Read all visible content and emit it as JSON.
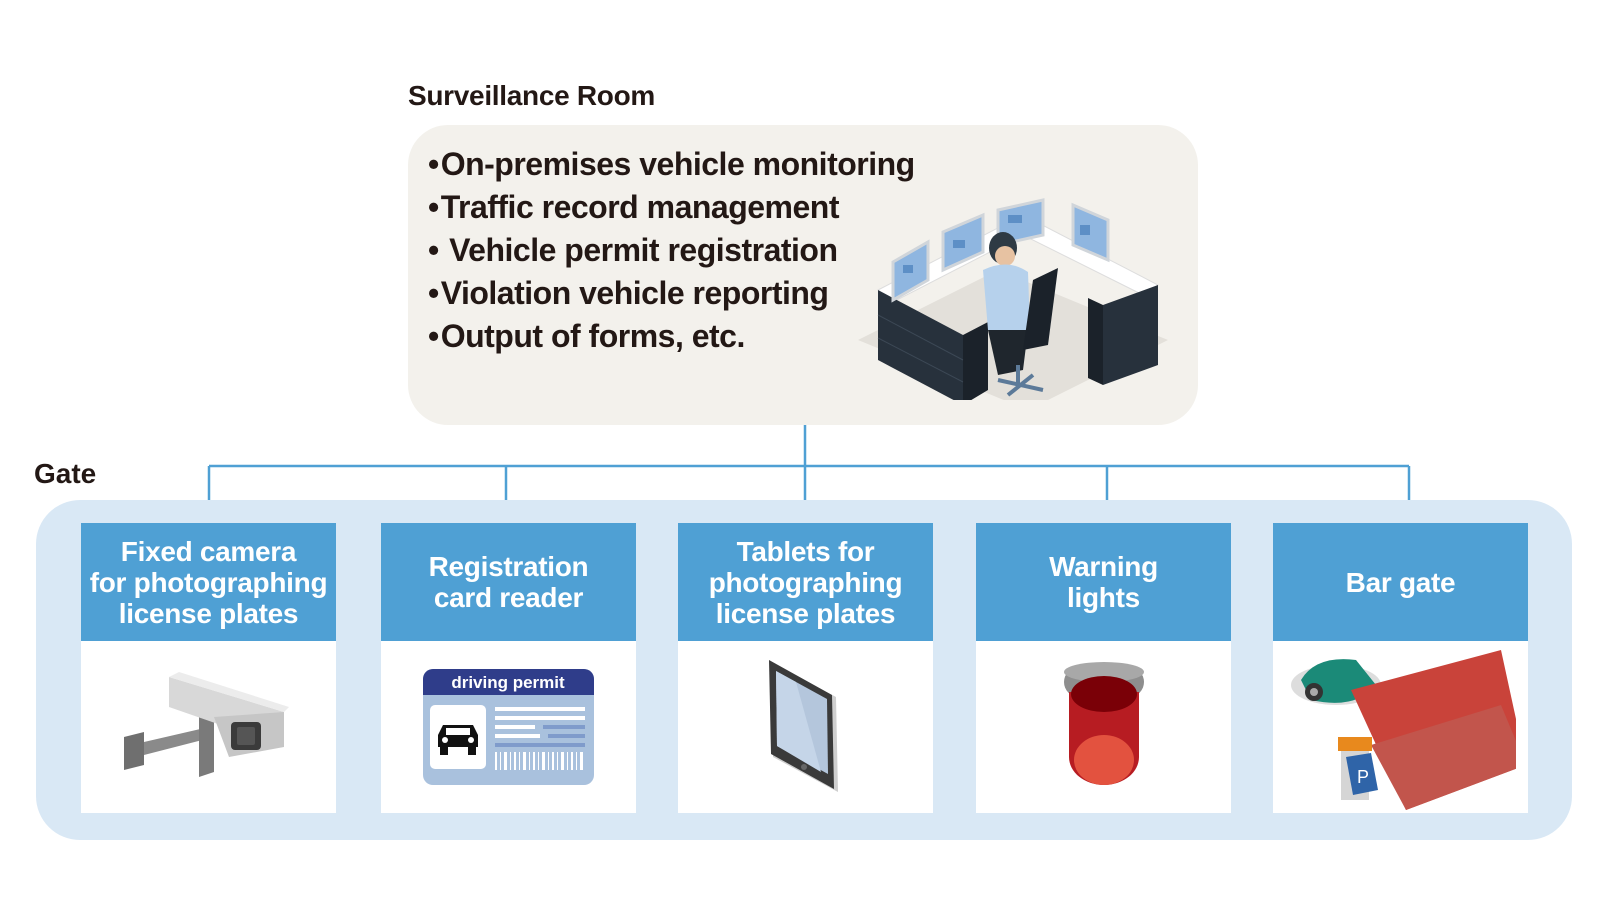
{
  "surveillance_room": {
    "title": "Surveillance Room",
    "functions": [
      "On-premises vehicle monitoring",
      "Traffic record management",
      " Vehicle permit registration",
      "Violation vehicle reporting",
      "Output of forms, etc."
    ],
    "illustration": "operator-desk-with-monitors"
  },
  "gate": {
    "title": "Gate",
    "devices": [
      {
        "label": "Fixed camera\nfor photographing\nlicense plates",
        "icon": "cctv-camera-icon"
      },
      {
        "label": "Registration\ncard reader",
        "icon": "driving-permit-card-icon",
        "card_text": "driving permit"
      },
      {
        "label": "Tablets for\nphotographing\nlicense plates",
        "icon": "tablet-icon"
      },
      {
        "label": "Warning\nlights",
        "icon": "warning-light-icon"
      },
      {
        "label": "Bar gate",
        "icon": "bar-gate-icon",
        "sign_text": "P"
      }
    ]
  },
  "colors": {
    "accent_blue": "#4fa0d4",
    "gate_bg": "#d9e8f5",
    "room_bg": "#f3f1ec",
    "connector": "#4fa0d4"
  }
}
